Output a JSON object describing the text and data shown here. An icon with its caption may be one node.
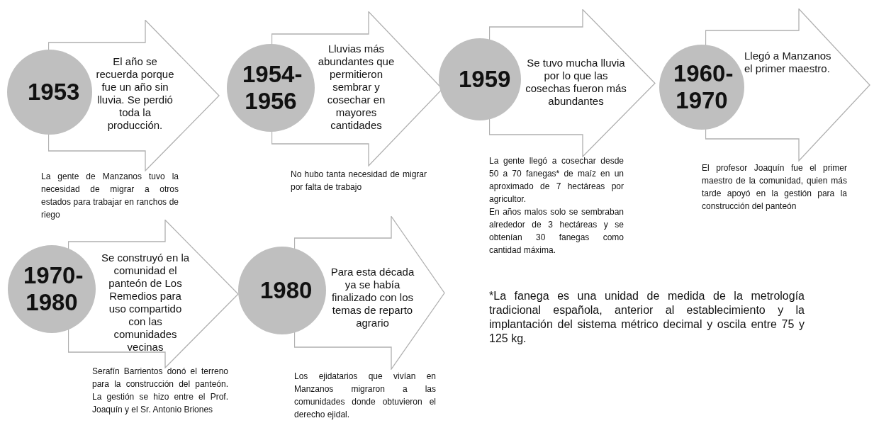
{
  "diagram": {
    "nodes": [
      {
        "text": [
          "1953"
        ]
      },
      {
        "text": [
          "El año se recuerda porque fue un año sin lluvia. Se perdió toda la producción."
        ],
        "beside": [
          "La gente de Manzanos tuvo la necesidad de migrar a otros estados para trabajar en ranchos de riego"
        ]
      },
      {
        "text": [
          "1954-1956"
        ]
      },
      {
        "text": [
          "Lluvias más abundantes que permitieron sembrar y cosechar en mayores cantidades"
        ],
        "beside": [
          "No hubo tanta necesidad de migrar por falta de trabajo"
        ]
      },
      {
        "text": [
          "1959"
        ]
      },
      {
        "text": [
          "Se tuvo mucha lluvia por lo que las cosechas fueron más abundantes"
        ],
        "beside": [
          "La gente llegó a cosechar desde 50 a 70 fanegas* de maíz en un aproximado de 7 hectáreas por agricultor.",
          "En años malos solo se sembraban alrededor de 3 hectáreas y se obtenían 30 fanegas como cantidad máxima."
        ]
      },
      {
        "text": [
          "1960-1970"
        ]
      },
      {
        "text": [
          "Llegó a Manzanos el primer maestro."
        ],
        "beside": [
          "El profesor Joaquín fue el primer maestro de la comunidad, quien más tarde apoyó en la gestión para la construcción del panteón"
        ]
      },
      {
        "text": [
          "1970-1980"
        ]
      },
      {
        "text": [
          "Se construyó en la comunidad el panteón de Los Remedios para uso compartido con las comunidades vecinas"
        ],
        "beside": [
          "Serafín Barrientos donó el terreno para la construcción del panteón. La gestión se hizo entre el Prof. Joaquín y el Sr. Antonio Briones"
        ]
      },
      {
        "text": [
          "1980"
        ]
      },
      {
        "text": [
          "Para esta década ya se había finalizado con los temas de reparto agrario"
        ],
        "beside": [
          "Los ejidatarios que vivían en Manzanos migraron a las comunidades donde obtuvieron el derecho ejidal."
        ]
      }
    ],
    "labels": [
      "*La fanega es una unidad de medida de la metrología tradicional española, anterior al establecimiento y la implantación del sistema métrico decimal y oscila entre 75 y 125 kg."
    ]
  }
}
